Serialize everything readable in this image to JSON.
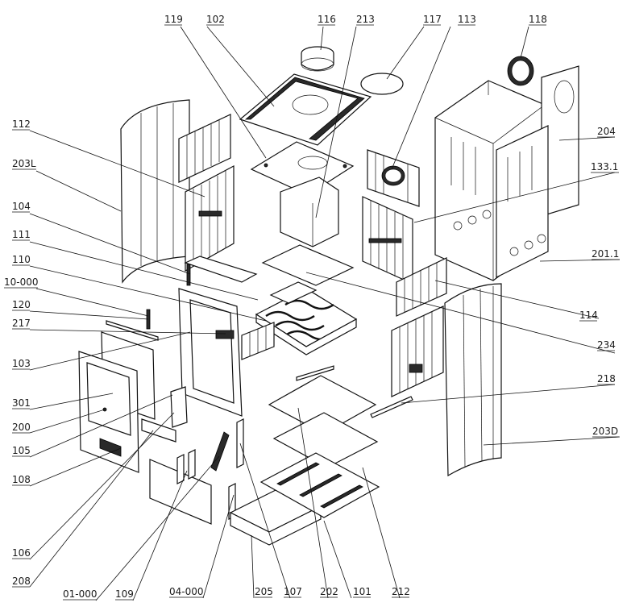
{
  "diagram": {
    "callouts": [
      {
        "id": "119",
        "text": "119"
      },
      {
        "id": "102",
        "text": "102"
      },
      {
        "id": "116",
        "text": "116"
      },
      {
        "id": "213",
        "text": "213"
      },
      {
        "id": "117",
        "text": "117"
      },
      {
        "id": "113",
        "text": "113"
      },
      {
        "id": "118",
        "text": "118"
      },
      {
        "id": "112",
        "text": "112"
      },
      {
        "id": "204",
        "text": "204"
      },
      {
        "id": "203L",
        "text": "203L"
      },
      {
        "id": "133.1",
        "text": "133.1"
      },
      {
        "id": "104",
        "text": "104"
      },
      {
        "id": "111",
        "text": "111"
      },
      {
        "id": "201.1",
        "text": "201.1"
      },
      {
        "id": "110",
        "text": "110"
      },
      {
        "id": "10-000",
        "text": "10-000"
      },
      {
        "id": "114",
        "text": "114"
      },
      {
        "id": "120",
        "text": "120"
      },
      {
        "id": "217",
        "text": "217"
      },
      {
        "id": "234",
        "text": "234"
      },
      {
        "id": "103",
        "text": "103"
      },
      {
        "id": "218",
        "text": "218"
      },
      {
        "id": "301",
        "text": "301"
      },
      {
        "id": "200",
        "text": "200"
      },
      {
        "id": "203D",
        "text": "203D"
      },
      {
        "id": "105",
        "text": "105"
      },
      {
        "id": "108",
        "text": "108"
      },
      {
        "id": "106",
        "text": "106"
      },
      {
        "id": "208",
        "text": "208"
      },
      {
        "id": "01-000",
        "text": "01-000"
      },
      {
        "id": "109",
        "text": "109"
      },
      {
        "id": "04-000",
        "text": "04-000"
      },
      {
        "id": "205",
        "text": "205"
      },
      {
        "id": "107",
        "text": "107"
      },
      {
        "id": "202",
        "text": "202"
      },
      {
        "id": "101",
        "text": "101"
      },
      {
        "id": "212",
        "text": "212"
      }
    ]
  }
}
